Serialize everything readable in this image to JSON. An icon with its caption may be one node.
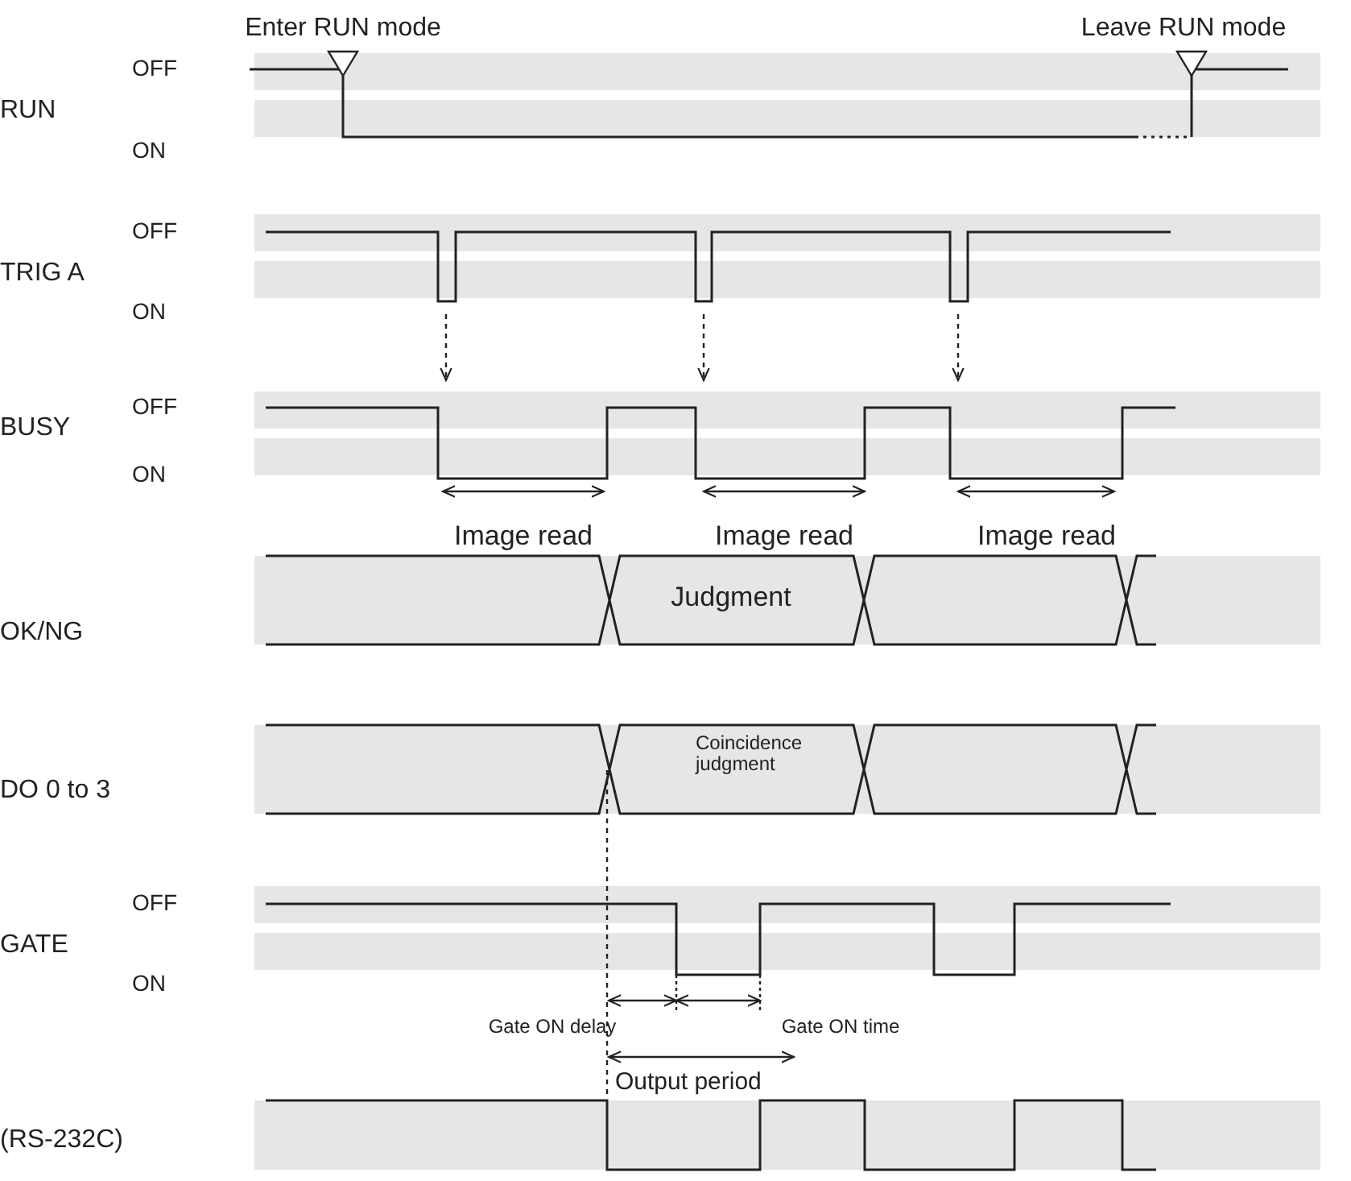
{
  "diagram": {
    "labels": [
      "Enter RUN mode",
      "Leave RUN mode",
      "OFF",
      "RUN",
      "ON",
      "OFF",
      "TRIG A",
      "ON",
      "OFF",
      "BUSY",
      "ON",
      "Image read",
      "Image read",
      "Image read",
      "Judgment",
      "OK/NG",
      "Coincidence judgment",
      "DO 0 to 3",
      "OFF",
      "GATE",
      "ON",
      "Gate ON delay",
      "Gate ON time",
      "Output period",
      "(RS-232C)"
    ]
  }
}
